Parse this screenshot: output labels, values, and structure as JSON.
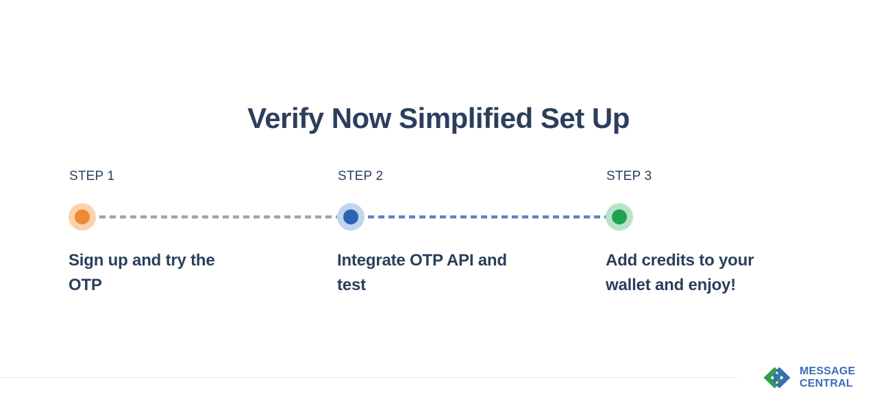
{
  "slide": {
    "title": "Verify Now Simplified Set Up",
    "background_color": "#ffffff",
    "text_color": "#2b3f5c"
  },
  "steps": [
    {
      "label": "STEP 1",
      "description_line1": "Sign up and try the",
      "description_line2": "OTP",
      "dot_color": "#ed8b34",
      "halo_color": "#fad2ac",
      "connector_color": "#9aa5b1",
      "connector_style": "dashed"
    },
    {
      "label": "STEP 2",
      "description_line1": "Integrate OTP API and",
      "description_line2": "test",
      "dot_color": "#2c63b4",
      "halo_color": "#c3d5ee",
      "connector_color": "#5b84c4",
      "connector_style": "dashed"
    },
    {
      "label": "STEP 3",
      "description_line1": "Add credits to your",
      "description_line2": "wallet and enjoy!",
      "dot_color": "#21a050",
      "halo_color": "#b8e3c8",
      "connector_color": "#3aa468",
      "connector_style": "dashed-fade"
    }
  ],
  "footer": {
    "divider_color": "#e4e8ec",
    "logo": {
      "icon": "message-central-chevrons-icon",
      "line1": "MESSAGE",
      "line2": "CENTRAL",
      "text_color": "#3d6cb5",
      "mark_green": "#2f9e4f",
      "mark_blue": "#3d6cb5"
    }
  }
}
